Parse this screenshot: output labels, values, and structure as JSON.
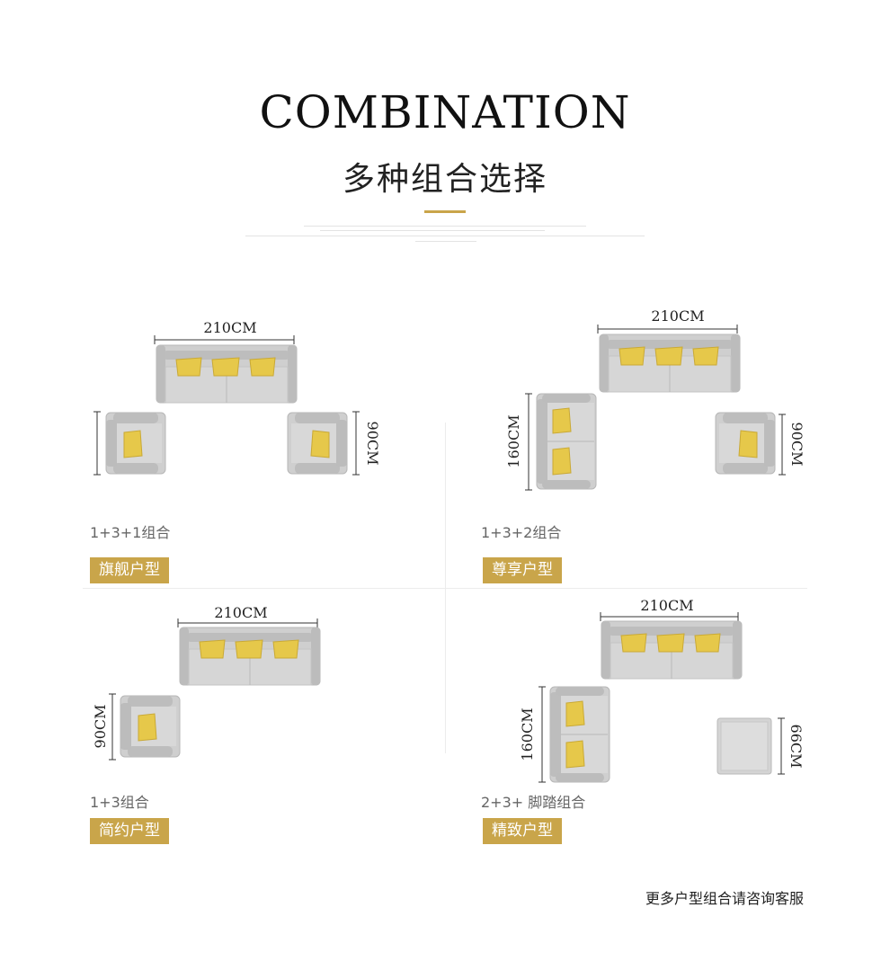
{
  "header": {
    "title": "COMBINATION",
    "subtitle": "多种组合选择"
  },
  "layouts": [
    {
      "combo": "1+3+1组合",
      "badge": "旗舰户型",
      "sofa_width": "210CM",
      "chair_height": "90CM"
    },
    {
      "combo": "1+3+2组合",
      "badge": "尊享户型",
      "sofa_width": "210CM",
      "loveseat_length": "160CM",
      "chair_height": "90CM"
    },
    {
      "combo": "1+3组合",
      "badge": "简约户型",
      "sofa_width": "210CM",
      "chair_height": "90CM"
    },
    {
      "combo": "2+3+ 脚踏组合",
      "badge": "精致户型",
      "sofa_width": "210CM",
      "loveseat_length": "160CM",
      "ottoman_size": "66CM"
    }
  ],
  "footer": {
    "note": "更多户型组合请咨询客服"
  },
  "colors": {
    "accent": "#c9a54a",
    "sofa": "#cfcfcf",
    "cushion": "#e6c84a"
  }
}
